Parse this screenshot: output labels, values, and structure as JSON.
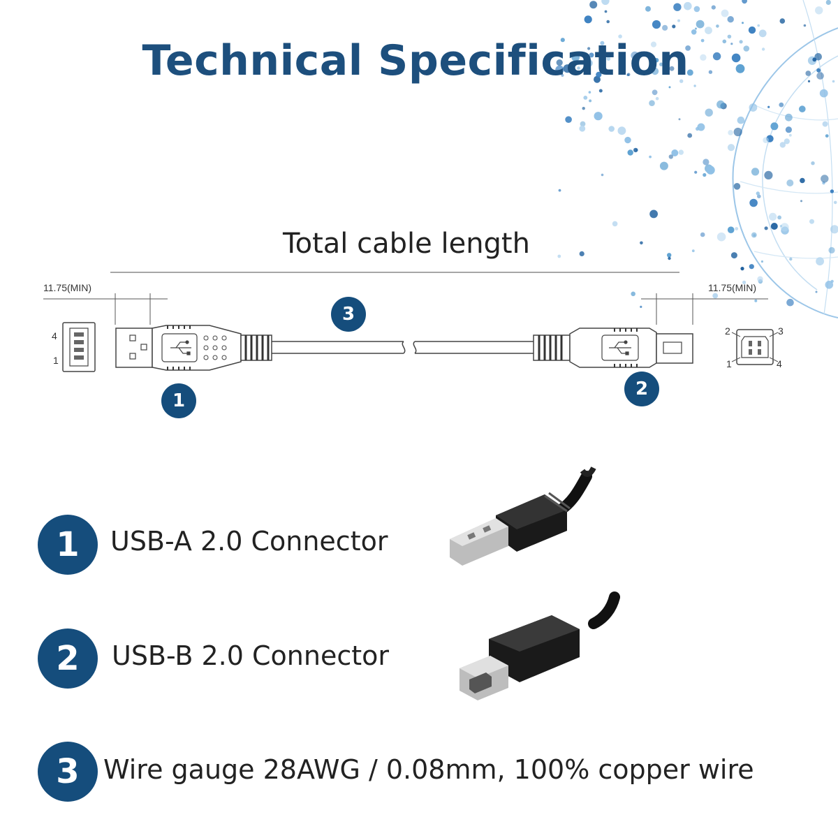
{
  "title": "Technical Specification",
  "diagram": {
    "total_length_label": "Total cable length",
    "left_dimension": "11.75(MIN)",
    "right_dimension": "11.75(MIN)",
    "usb_a_pins": {
      "top": "4",
      "bottom": "1"
    },
    "usb_b_pins": {
      "tl": "2",
      "tr": "3",
      "bl": "1",
      "br": "4"
    },
    "callouts": {
      "usb_a": "1",
      "usb_b": "2",
      "wire": "3"
    }
  },
  "specs": [
    {
      "number": "1",
      "text": "USB-A 2.0 Connector",
      "icon": "usb-a-connector-photo"
    },
    {
      "number": "2",
      "text": "USB-B 2.0 Connector",
      "icon": "usb-b-connector-photo"
    },
    {
      "number": "3",
      "text": "Wire gauge 28AWG / 0.08mm, 100% copper wire"
    }
  ],
  "colors": {
    "accent": "#154d7c",
    "title": "#1d4f7d",
    "globe": "#5a9fd1"
  }
}
